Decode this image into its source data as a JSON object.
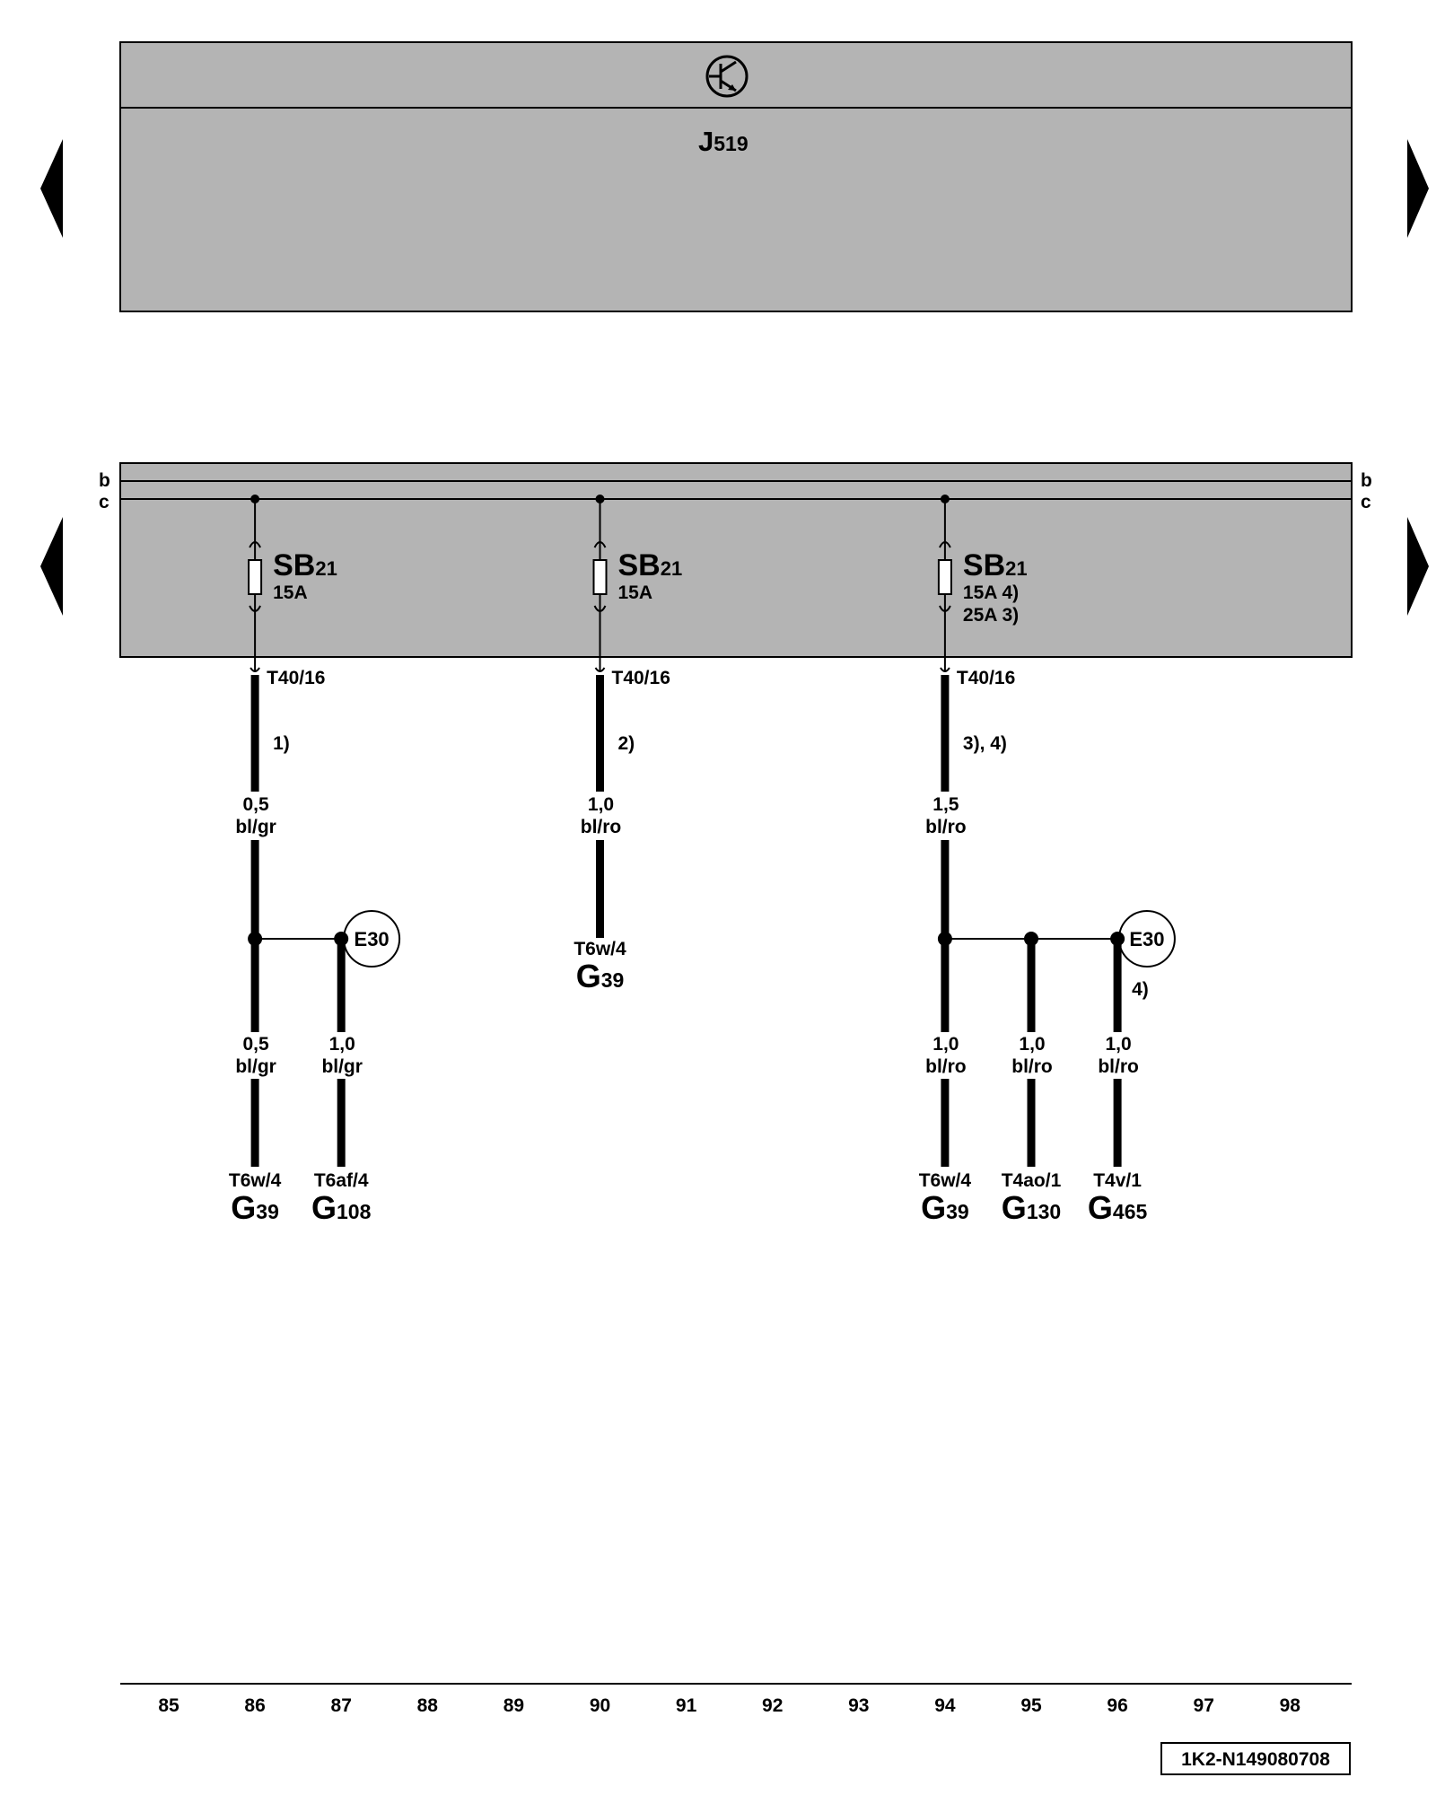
{
  "colors": {
    "panel": "#b4b4b4",
    "line": "#000000",
    "background": "#ffffff"
  },
  "module": {
    "name": "J",
    "subscript": "519",
    "icon": "transistor-symbol-icon"
  },
  "busbars": {
    "b": "b",
    "c": "c"
  },
  "columns": [
    {
      "number": "85",
      "x": 85
    },
    {
      "number": "86",
      "x": 86
    },
    {
      "number": "87",
      "x": 87
    },
    {
      "number": "88",
      "x": 88
    },
    {
      "number": "89",
      "x": 89
    },
    {
      "number": "90",
      "x": 90
    },
    {
      "number": "91",
      "x": 91
    },
    {
      "number": "92",
      "x": 92
    },
    {
      "number": "93",
      "x": 93
    },
    {
      "number": "94",
      "x": 94
    },
    {
      "number": "95",
      "x": 95
    },
    {
      "number": "96",
      "x": 96
    },
    {
      "number": "97",
      "x": 97
    },
    {
      "number": "98",
      "x": 98
    }
  ],
  "fuses": [
    {
      "name": "SB",
      "subscript": "21",
      "ratings": [
        "15A"
      ],
      "connector": "T40/16",
      "column": 86
    },
    {
      "name": "SB",
      "subscript": "21",
      "ratings": [
        "15A"
      ],
      "connector": "T40/16",
      "column": 90
    },
    {
      "name": "SB",
      "subscript": "21",
      "ratings": [
        "15A  4)",
        "25A  3)"
      ],
      "connector": "T40/16",
      "column": 94
    }
  ],
  "wires": [
    {
      "column": 86,
      "note": "1)",
      "size": "0,5",
      "color": "bl/gr"
    },
    {
      "column": 90,
      "note": "2)",
      "size": "1,0",
      "color": "bl/ro"
    },
    {
      "column": 94,
      "note": "3), 4)",
      "size": "1,5",
      "color": "bl/ro"
    }
  ],
  "branch_refs": [
    {
      "label": "E30",
      "column": 86
    },
    {
      "label": "E30",
      "column": 94
    }
  ],
  "branch_note": {
    "text": "4)",
    "column": 96
  },
  "lower_wires": [
    {
      "column": 86,
      "size": "0,5",
      "color": "bl/gr"
    },
    {
      "column": 87,
      "size": "1,0",
      "color": "bl/gr"
    },
    {
      "column": 94,
      "size": "1,0",
      "color": "bl/ro"
    },
    {
      "column": 95,
      "size": "1,0",
      "color": "bl/ro"
    },
    {
      "column": 96,
      "size": "1,0",
      "color": "bl/ro"
    }
  ],
  "components": [
    {
      "connector": "T6w/4",
      "name": "G",
      "subscript": "39",
      "column": 86
    },
    {
      "connector": "T6af/4",
      "name": "G",
      "subscript": "108",
      "column": 87
    },
    {
      "connector": "T6w/4",
      "name": "G",
      "subscript": "39",
      "column": 90
    },
    {
      "connector": "T6w/4",
      "name": "G",
      "subscript": "39",
      "column": 94
    },
    {
      "connector": "T4ao/1",
      "name": "G",
      "subscript": "130",
      "column": 95
    },
    {
      "connector": "T4v/1",
      "name": "G",
      "subscript": "465",
      "column": 96
    }
  ],
  "diagram_id": "1K2-N149080708"
}
